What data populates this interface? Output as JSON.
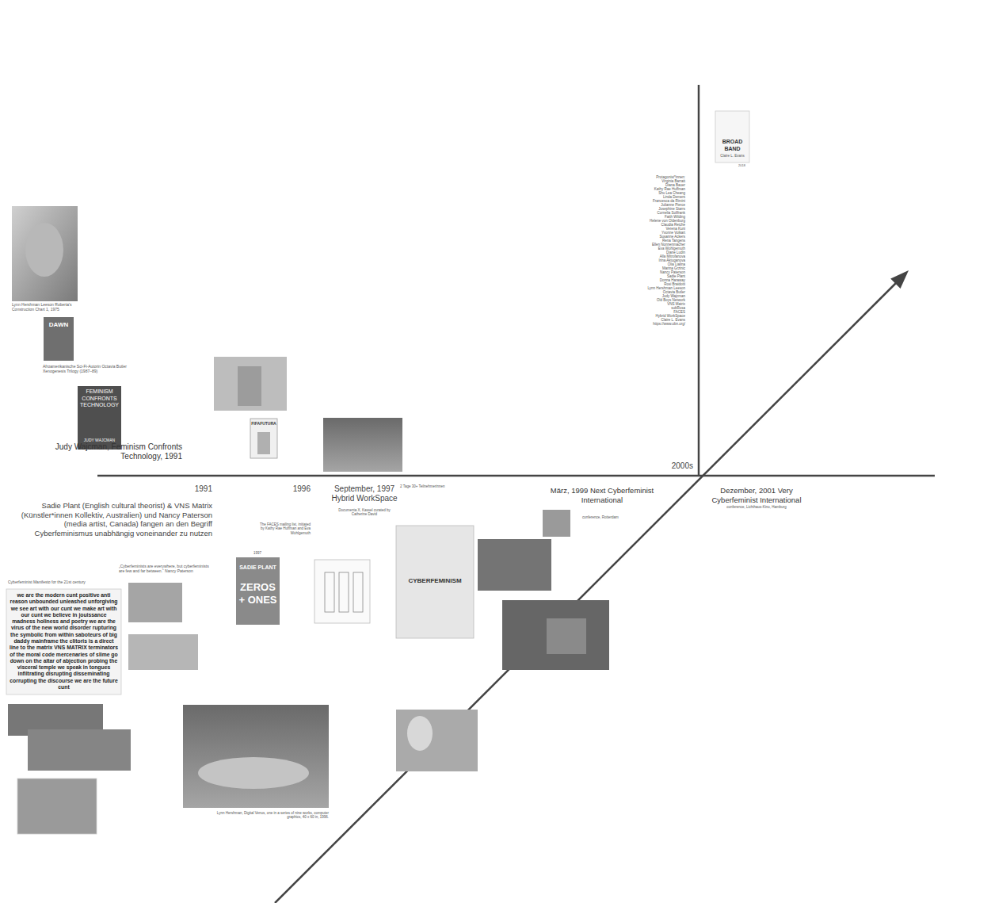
{
  "diagram": {
    "labels": [
      "Lynn Hershman Leeson Roberta's Construction Chart 1, 1975",
      "DAWN",
      "Afroamerikanische Sci-Fi-Autorin Octavia Butler Xenogenesis Trilogy (1987–89)",
      "FEMINISM CONFRONTS TECHNOLOGY",
      "JUDY WAJCMAN",
      "Judy Wajcman, Feminism Confronts Technology, 1991",
      "FIFAFUTURA",
      "2000s",
      "1991",
      "Sadie Plant (English cultural theorist) & VNS Matrix (Künstler*innen Kollektiv, Australien) und Nancy Paterson (media artist, Canada) fangen an den Begriff Cyberfeminismus unabhängig voneinander zu nutzen",
      "1996",
      "The FACES mailing list, initiated by Kathy Rae Huffman and Eva Wohlgemuth",
      "September, 1997 Hybrid WorkSpace",
      "Documenta X, Kassel curated by Catherine David",
      "2 Tage 30+ Teilnehmerinnen",
      "März, 1999 Next Cyberfeminist International",
      "conference, Rotterdam",
      "Dezember, 2001 Very Cyberfeminist International",
      "conference, Lichthaus-Kino, Hamburg",
      "Cyberfeminist Manifesto for the 21st century",
      "„Cyberfeminists are everywhere, but cyberfeminists are few and far between.“ Nancy Paterson",
      "we are the modern cunt positive anti reason unbounded unleashed unforgiving we see art with our cunt we make art with our cunt we believe in jouissance madness holiness and poetry we are the virus of the new world disorder rupturing the symbolic from within saboteurs of big daddy mainframe the clitoris is a direct line to the matrix VNS MATRIX terminators of the moral code mercenaries of slime go down on the altar of abjection probing the visceral temple we speak in tongues infiltrating disrupting disseminating corrupting the discourse we are the future cunt",
      "1997",
      "SADIE PLANT",
      "ZEROS + ONES",
      "CYBERFEMINISM",
      "Lynn Hershman, Digital Venus, one in a series of nine works, computer graphics, 40 x 60 in, 1996.",
      "BROAD BAND",
      "Claire L. Evans",
      "2018",
      "Protagonist*innen:",
      "Virginia Barratt",
      "Diana Bauer",
      "Kathy Rae Huffman",
      "Shu Lea Cheang",
      "Linda Dement",
      "Francesca da Rimini",
      "Julianne Pierce",
      "Josephine Starrs",
      "Cornelia Sollfrank",
      "Faith Wilding",
      "Helene von Oldenburg",
      "Claudia Reiche",
      "Verena Kuni",
      "Yvonne Volkart",
      "Susanne Ackers",
      "Rena Tangens",
      "Ellen Nonnenmacher",
      "Eva Wohlgemuth",
      "Diane Ludin",
      "Alla Mitrofanova",
      "Irina Aktuganova",
      "Olia Lialina",
      "Marina Grzinic",
      "Nancy Paterson",
      "Sadie Plant",
      "Donna Haraway",
      "Rosi Braidotti",
      "Lynn Hershman Leeson",
      "Octavia Butler",
      "Judy Wajcman",
      "Old Boys Network",
      "VNS Matrix",
      "subRosa",
      "FACES",
      "Hybrid WorkSpace",
      "Claire L. Evans",
      "https://www.obn.org/"
    ]
  }
}
